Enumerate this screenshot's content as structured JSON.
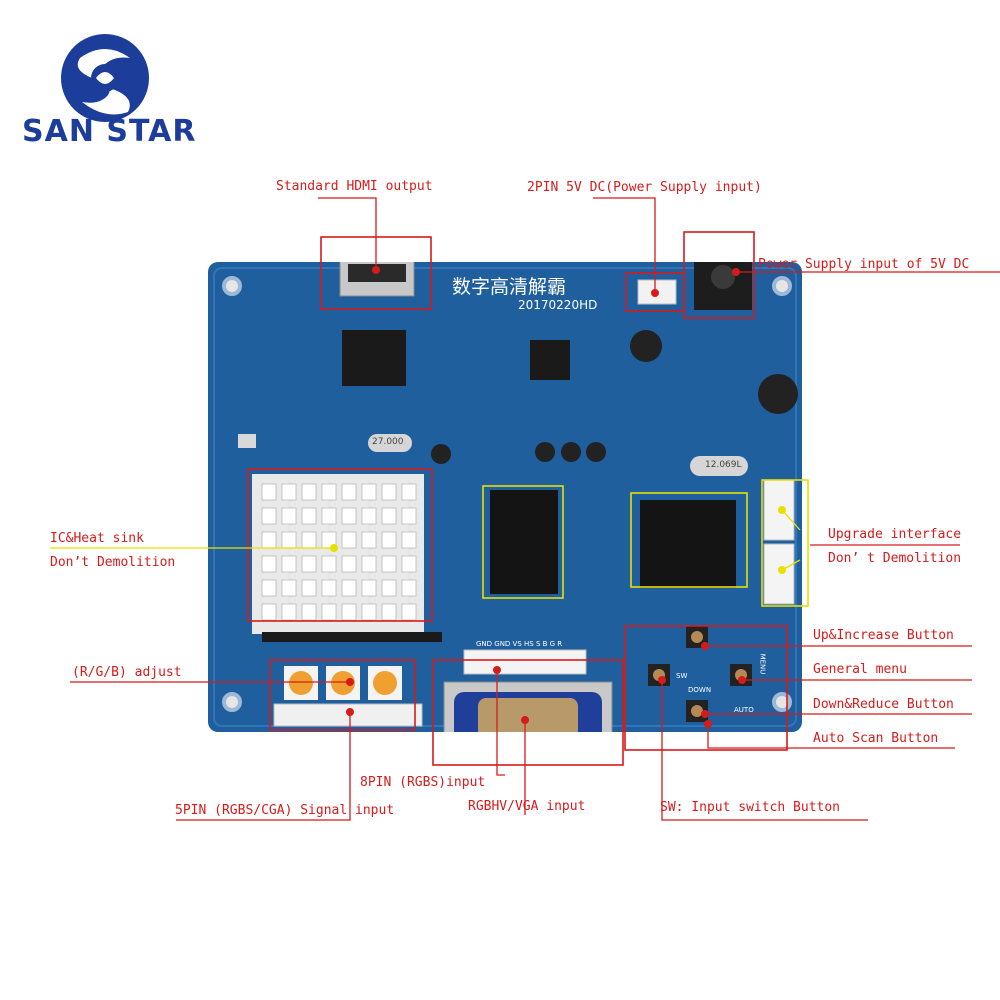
{
  "brand": {
    "name": "SAN STAR"
  },
  "board": {
    "title_cn": "数字高清解霸",
    "date_code": "20170220HD",
    "crystal1": "27.000",
    "crystal2": "12.069L"
  },
  "silkscreen": {
    "connector_pins": "GND GND VS HS S B G R",
    "sw": "SW",
    "down": "DOWN",
    "auto": "AUTO",
    "menu": "MENU"
  },
  "labels": {
    "hdmi": "Standard HDMI output",
    "power_2pin": "2PIN 5V DC(Power Supply input)",
    "power_5v": "Power Supply input of 5V DC",
    "ic_heat_1": "IC&Heat sink",
    "ic_heat_2": "Don’t Demolition",
    "upgrade_1": "Upgrade interface",
    "upgrade_2": "Don’ t Demolition",
    "up_button": "Up&Increase Button",
    "rgb_adjust": "(R/G/B) adjust",
    "general_menu": "General menu",
    "down_button": "Down&Reduce Button",
    "auto_scan": "Auto Scan Button",
    "rgbs_8pin": "8PIN (RGBS)input",
    "rgbs_5pin": "5PIN (RGBS/CGA) Signal input",
    "rgbhv_vga": "RGBHV/VGA input",
    "sw_button": "SW: Input switch Button"
  },
  "colors": {
    "board": "#1f5f9e",
    "annotation": "#d61b1b",
    "brand": "#1c3d9a"
  }
}
